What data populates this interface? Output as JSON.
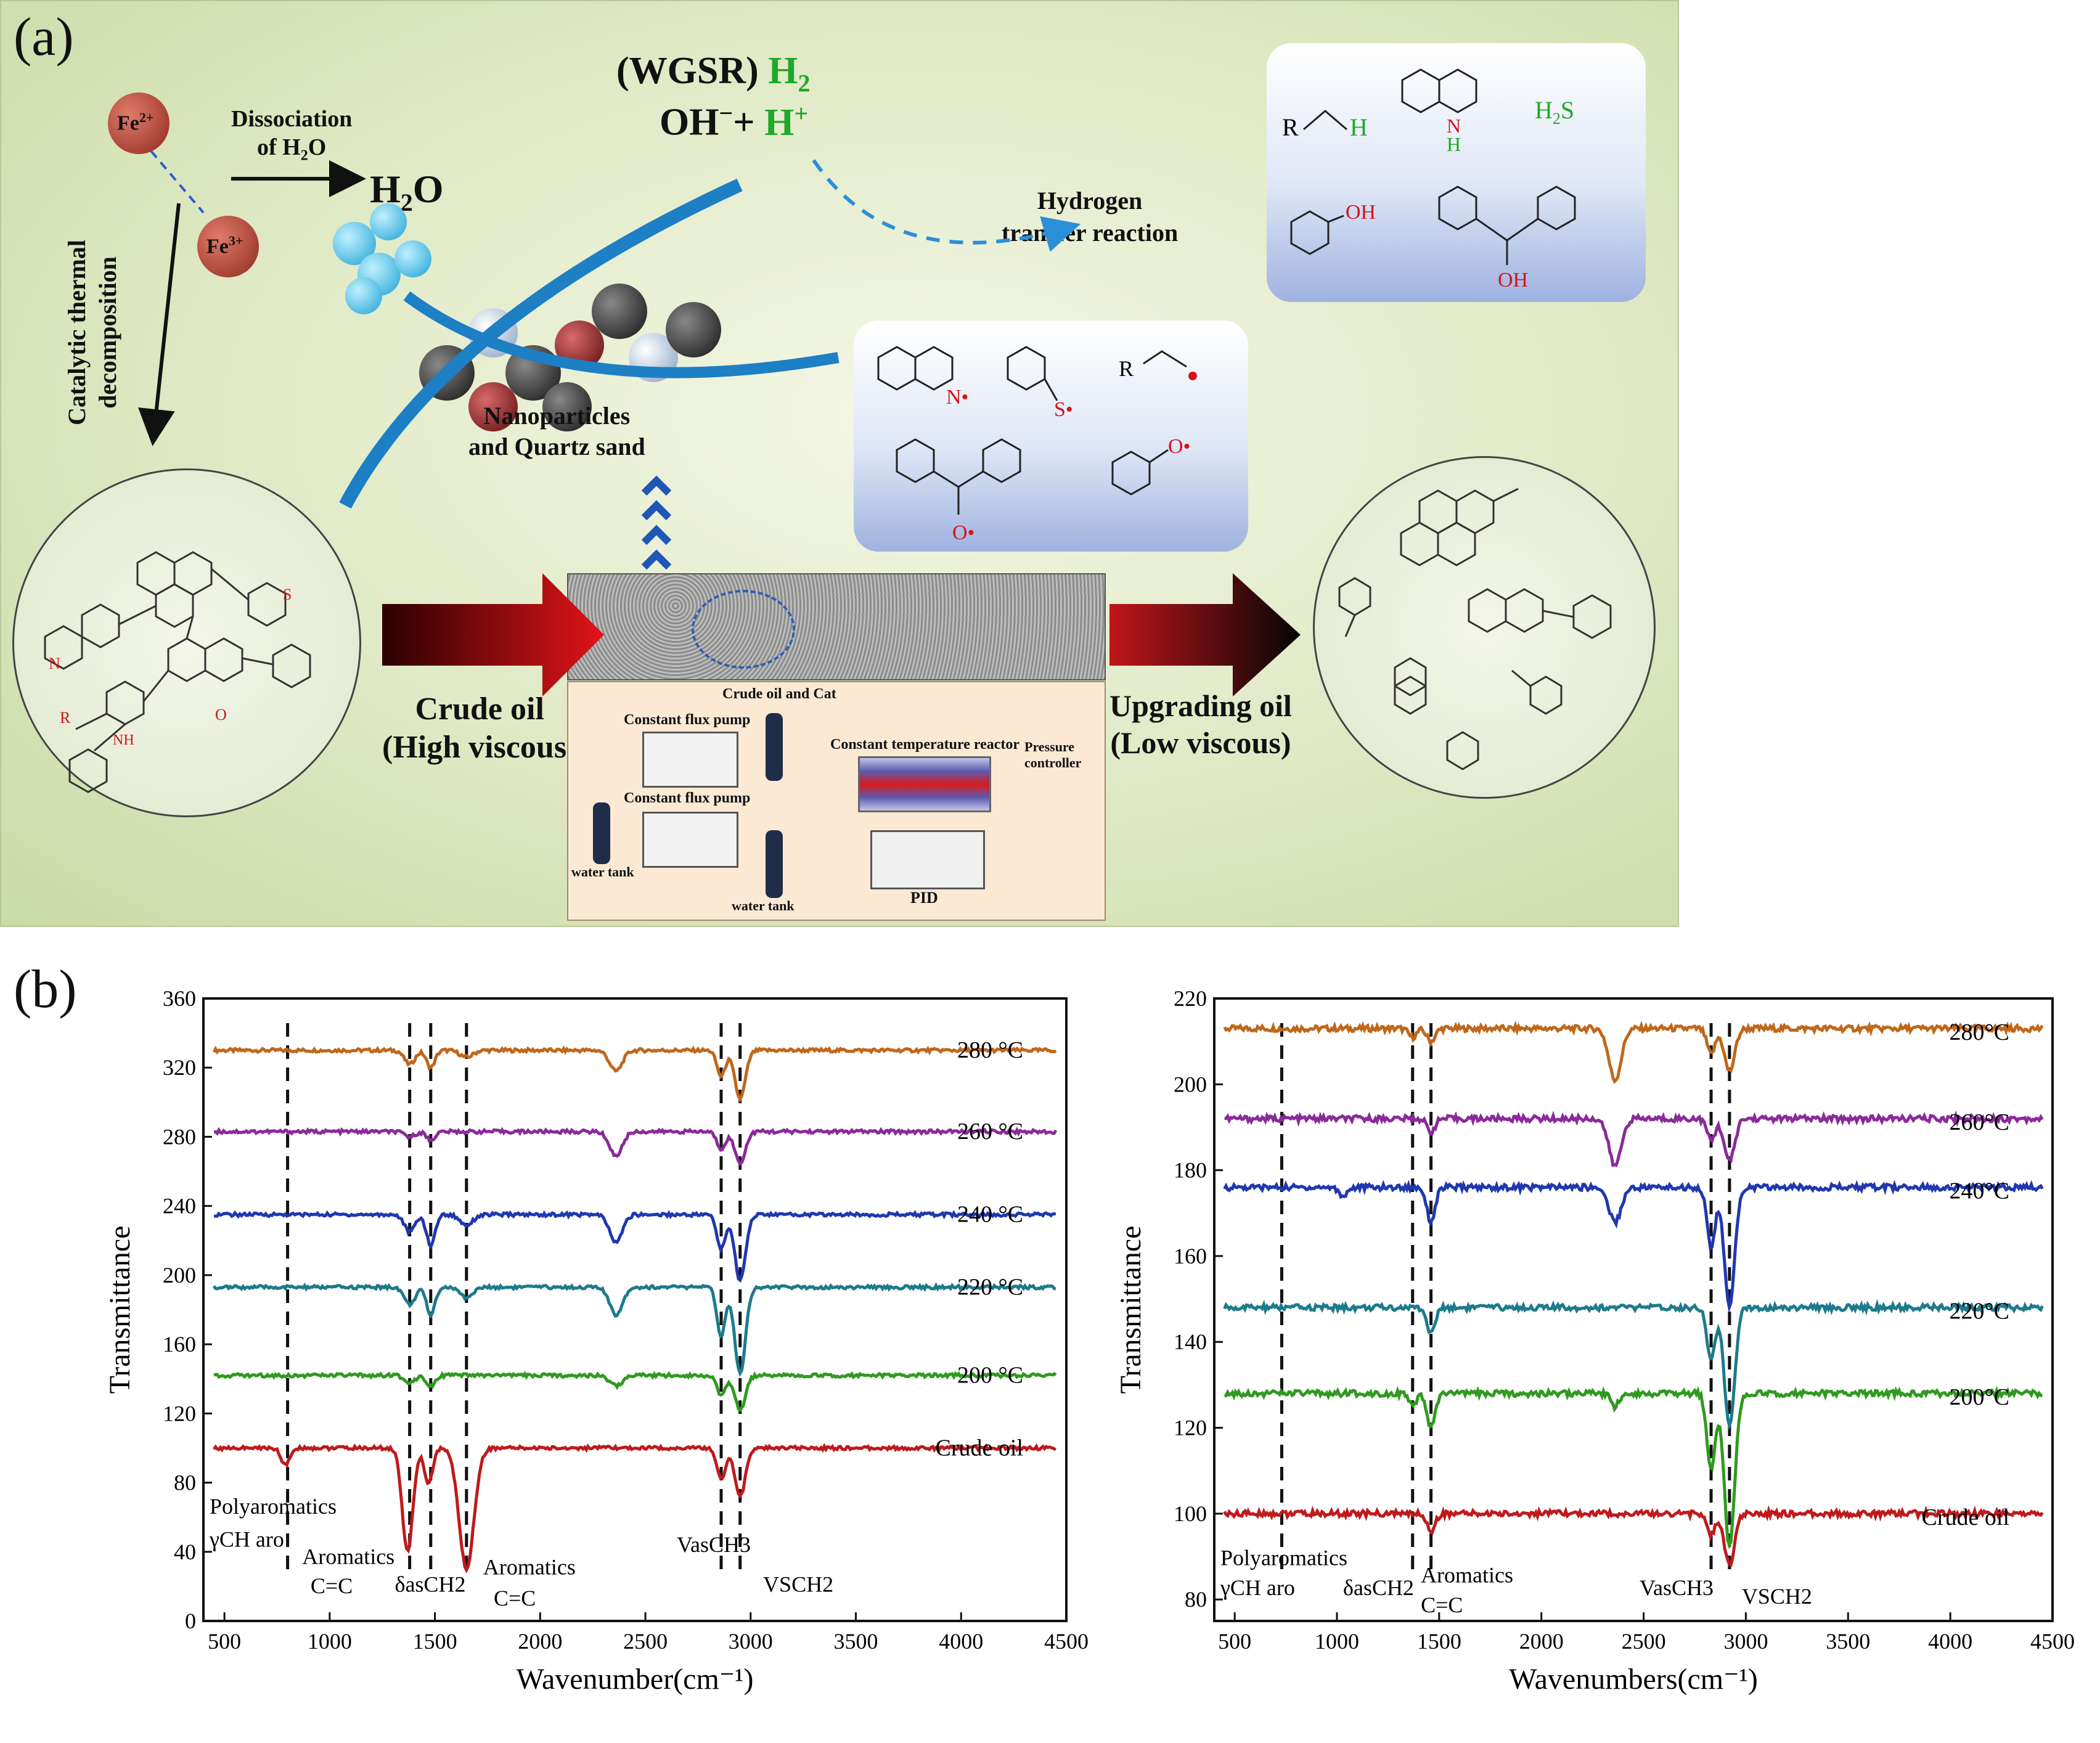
{
  "panel_labels": {
    "a": "(a)",
    "b": "(b)"
  },
  "schematic": {
    "fe2": "Fe",
    "fe2_sup": "2+",
    "fe3": "Fe",
    "fe3_sup": "3+",
    "dissociation_line1": "Dissociation",
    "dissociation_line2": "of H",
    "dissociation_sub": "2",
    "dissociation_tail": "O",
    "water": "H",
    "water_sub": "2",
    "water_tail": "O",
    "wgsr": "(WGSR)",
    "h2": "H",
    "h2_sub": "2",
    "oh": "OH",
    "oh_sup": "−",
    "plus": "+ ",
    "h": "H",
    "h_sup": "+",
    "hydrogen_transfer_line1": "Hydrogen",
    "hydrogen_transfer_line2": "transfer reaction",
    "catalytic_line1": "Catalytic thermal",
    "catalytic_line2": "decomposition",
    "nanoparticles_line1": "Nanoparticles",
    "nanoparticles_line2": "and Quartz sand",
    "crude_line1": "Crude oil",
    "crude_line2": "(High viscous)",
    "upgrading_line1": "Upgrading oil",
    "upgrading_line2": "(Low viscous)",
    "h2s": "H",
    "h2s_sub": "2",
    "h2s_tail": "S",
    "apparatus": {
      "crude_cat": "Crude oil and Cat",
      "pump1": "Constant flux pump",
      "pump2": "Constant flux pump",
      "reactor": "Constant temperature reactor",
      "pressure1": "Pressure",
      "pressure2": "controller",
      "water_tank1": "water tank",
      "water_tank2": "water tank",
      "pid": "PID"
    }
  },
  "colors": {
    "280": "#c0671a",
    "260": "#8a2a9a",
    "240": "#1f37b0",
    "220": "#1d7a8c",
    "200": "#2f9a1f",
    "crude": "#c0191c"
  },
  "chart_data": [
    {
      "type": "line",
      "xlabel": "Wavenumber(cm⁻¹)",
      "ylabel": "Transmittance",
      "xlim": [
        400,
        4500
      ],
      "ylim": [
        0,
        360
      ],
      "xticks": [
        500,
        1000,
        1500,
        2000,
        2500,
        3000,
        3500,
        4000,
        4500
      ],
      "yticks": [
        0,
        40,
        80,
        120,
        160,
        200,
        240,
        280,
        320,
        360
      ],
      "dashed_lines_x": [
        800,
        1380,
        1480,
        1650,
        2860,
        2950
      ],
      "series": [
        {
          "name": "280 °C",
          "baseline": 330,
          "color_key": "280",
          "dips": [
            [
              1380,
              8,
              25
            ],
            [
              1480,
              10,
              20
            ],
            [
              1650,
              4,
              30
            ],
            [
              2360,
              12,
              30
            ],
            [
              2860,
              15,
              20
            ],
            [
              2950,
              28,
              25
            ]
          ]
        },
        {
          "name": "260 °C",
          "baseline": 283,
          "color_key": "260",
          "dips": [
            [
              1380,
              3,
              25
            ],
            [
              1480,
              5,
              20
            ],
            [
              2360,
              14,
              30
            ],
            [
              2860,
              10,
              20
            ],
            [
              2950,
              18,
              25
            ]
          ]
        },
        {
          "name": "240 °C",
          "baseline": 235,
          "color_key": "240",
          "dips": [
            [
              1380,
              10,
              25
            ],
            [
              1480,
              18,
              20
            ],
            [
              1650,
              6,
              30
            ],
            [
              2360,
              16,
              30
            ],
            [
              2860,
              20,
              20
            ],
            [
              2950,
              38,
              25
            ]
          ]
        },
        {
          "name": "220 °C",
          "baseline": 193,
          "color_key": "220",
          "dips": [
            [
              1380,
              10,
              25
            ],
            [
              1480,
              16,
              20
            ],
            [
              1650,
              6,
              30
            ],
            [
              2360,
              16,
              30
            ],
            [
              2860,
              28,
              20
            ],
            [
              2950,
              50,
              25
            ]
          ]
        },
        {
          "name": "200 °C",
          "baseline": 142,
          "color_key": "200",
          "dips": [
            [
              1380,
              4,
              25
            ],
            [
              1480,
              6,
              20
            ],
            [
              2360,
              6,
              30
            ],
            [
              2860,
              12,
              20
            ],
            [
              2950,
              20,
              25
            ]
          ]
        },
        {
          "name": "Crude oil",
          "baseline": 100,
          "color_key": "crude",
          "dips": [
            [
              790,
              10,
              20
            ],
            [
              1370,
              60,
              25
            ],
            [
              1470,
              20,
              20
            ],
            [
              1650,
              70,
              35
            ],
            [
              2860,
              18,
              20
            ],
            [
              2950,
              28,
              25
            ]
          ]
        }
      ],
      "annotations": [
        {
          "text": "Polyaromatics",
          "x": 400,
          "y": 62
        },
        {
          "text": "γCH aro",
          "x": 400,
          "y": 43
        },
        {
          "text": "Aromatics",
          "x": 840,
          "y": 33
        },
        {
          "text": "C=C",
          "x": 880,
          "y": 16
        },
        {
          "text": "δasCH2",
          "x": 1280,
          "y": 17
        },
        {
          "text": "Aromatics",
          "x": 1700,
          "y": 27
        },
        {
          "text": "C=C",
          "x": 1750,
          "y": 9
        },
        {
          "text": "VasCH3",
          "x": 2620,
          "y": 40
        },
        {
          "text": "VSCH2",
          "x": 3030,
          "y": 17
        }
      ]
    },
    {
      "type": "line",
      "xlabel": "Wavenumbers(cm⁻¹)",
      "ylabel": "Transmittance",
      "xlim": [
        400,
        4500
      ],
      "ylim": [
        75,
        220
      ],
      "xticks": [
        500,
        1000,
        1500,
        2000,
        2500,
        3000,
        3500,
        4000,
        4500
      ],
      "yticks": [
        80,
        100,
        120,
        140,
        160,
        180,
        200,
        220
      ],
      "dashed_lines_x": [
        730,
        1370,
        1460,
        2830,
        2920
      ],
      "series": [
        {
          "name": "280°C",
          "baseline": 213,
          "color_key": "280",
          "dips": [
            [
              1370,
              2,
              20
            ],
            [
              1460,
              3,
              20
            ],
            [
              2360,
              12,
              30
            ],
            [
              2830,
              6,
              20
            ],
            [
              2920,
              10,
              25
            ]
          ]
        },
        {
          "name": "260°C",
          "baseline": 192,
          "color_key": "260",
          "dips": [
            [
              1460,
              3,
              20
            ],
            [
              2360,
              11,
              30
            ],
            [
              2830,
              5,
              20
            ],
            [
              2920,
              10,
              25
            ]
          ]
        },
        {
          "name": "240°C",
          "baseline": 176,
          "color_key": "240",
          "dips": [
            [
              1030,
              2,
              20
            ],
            [
              1460,
              8,
              20
            ],
            [
              2360,
              8,
              30
            ],
            [
              2830,
              14,
              20
            ],
            [
              2920,
              28,
              25
            ]
          ]
        },
        {
          "name": "220°C",
          "baseline": 148,
          "color_key": "220",
          "dips": [
            [
              1460,
              6,
              20
            ],
            [
              2830,
              12,
              20
            ],
            [
              2920,
              28,
              25
            ]
          ]
        },
        {
          "name": "200°C",
          "baseline": 128,
          "color_key": "200",
          "dips": [
            [
              1370,
              3,
              20
            ],
            [
              1460,
              8,
              20
            ],
            [
              2360,
              3,
              20
            ],
            [
              2830,
              18,
              20
            ],
            [
              2920,
              36,
              25
            ]
          ]
        },
        {
          "name": "Crude oil",
          "baseline": 100,
          "color_key": "crude",
          "dips": [
            [
              1460,
              4,
              20
            ],
            [
              2830,
              5,
              20
            ],
            [
              2920,
              12,
              25
            ]
          ]
        }
      ],
      "annotations": [
        {
          "text": "Polyaromatics",
          "x": 400,
          "y": 88
        },
        {
          "text": "γCH aro",
          "x": 400,
          "y": 81
        },
        {
          "text": "δasCH2",
          "x": 1000,
          "y": 81
        },
        {
          "text": "Aromatics",
          "x": 1380,
          "y": 84
        },
        {
          "text": "C=C",
          "x": 1380,
          "y": 77
        },
        {
          "text": "VasCH3",
          "x": 2450,
          "y": 81
        },
        {
          "text": "VSCH2",
          "x": 2950,
          "y": 79
        }
      ]
    }
  ]
}
